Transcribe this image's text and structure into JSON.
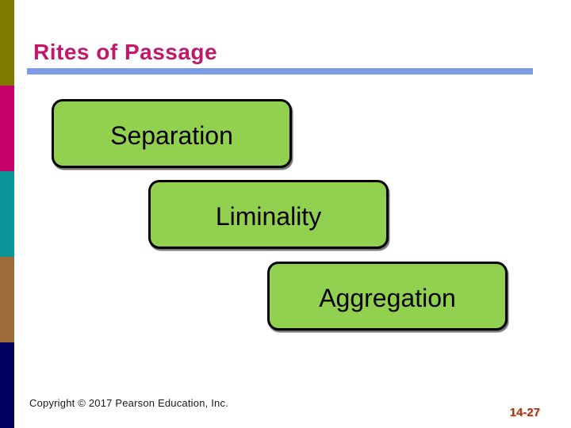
{
  "slide": {
    "title": "Rites of Passage",
    "copyright": "Copyright © 2017 Pearson Education, Inc.",
    "page_number": "14-27",
    "stages": [
      {
        "label": "Separation"
      },
      {
        "label": "Liminality"
      },
      {
        "label": "Aggregation"
      }
    ],
    "colors": {
      "title_text": "#C2186B",
      "title_underline": "#7D9BE2",
      "box_fill": "#92D050",
      "box_border": "#000000",
      "page_number_text": "#A03C1E",
      "stripe_olive": "#7E7A00",
      "stripe_magenta": "#C5006A",
      "stripe_teal": "#0B9598",
      "stripe_brown": "#9C6B39",
      "stripe_navy": "#00005F"
    }
  }
}
